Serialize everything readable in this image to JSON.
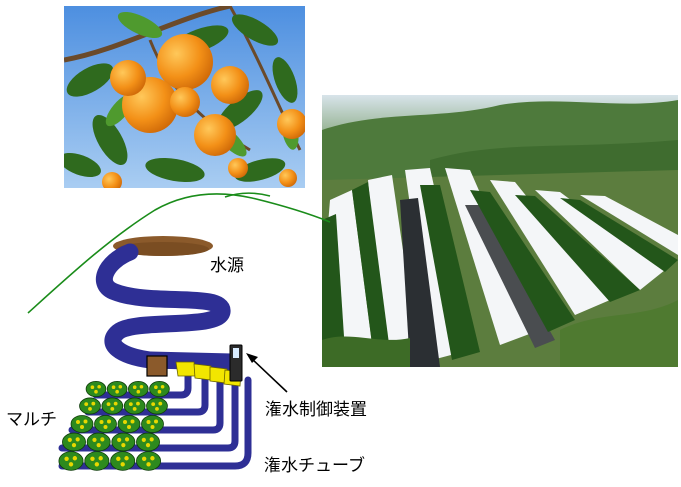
{
  "labels": {
    "water_source": "水源",
    "irrigation_controller": "潅水制御装置",
    "mulch": "マルチ",
    "irrigation_tube": "潅水チューブ"
  },
  "colors": {
    "pipe": "#2e2f95",
    "hill_line": "#1a8c1a",
    "source_rim": "#8b5a2b",
    "fitting": "#f2e600",
    "tree_canopy": "#2d8a1e",
    "tree_fruit": "#e8d800",
    "sky": "#6fa8e6",
    "orange": "#f08a10"
  },
  "photos": {
    "left": "mandarin-oranges-photo",
    "right": "terraced-orchard-mulch-photo"
  }
}
